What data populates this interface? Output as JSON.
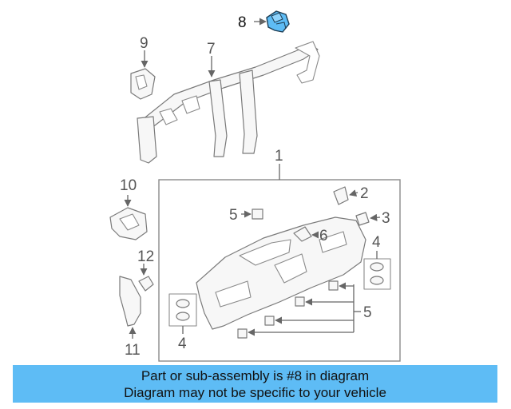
{
  "callouts": {
    "c1": "1",
    "c2": "2",
    "c3": "3",
    "c4a": "4",
    "c4b": "4",
    "c5a": "5",
    "c5b": "5",
    "c6": "6",
    "c7": "7",
    "c8": "8",
    "c9": "9",
    "c10": "10",
    "c11": "11",
    "c12": "12"
  },
  "highlight_color": "#5ebcf5",
  "banner": {
    "line1": "Part or sub-assembly is #8 in diagram",
    "line2": "Diagram may not be specific to your vehicle"
  }
}
